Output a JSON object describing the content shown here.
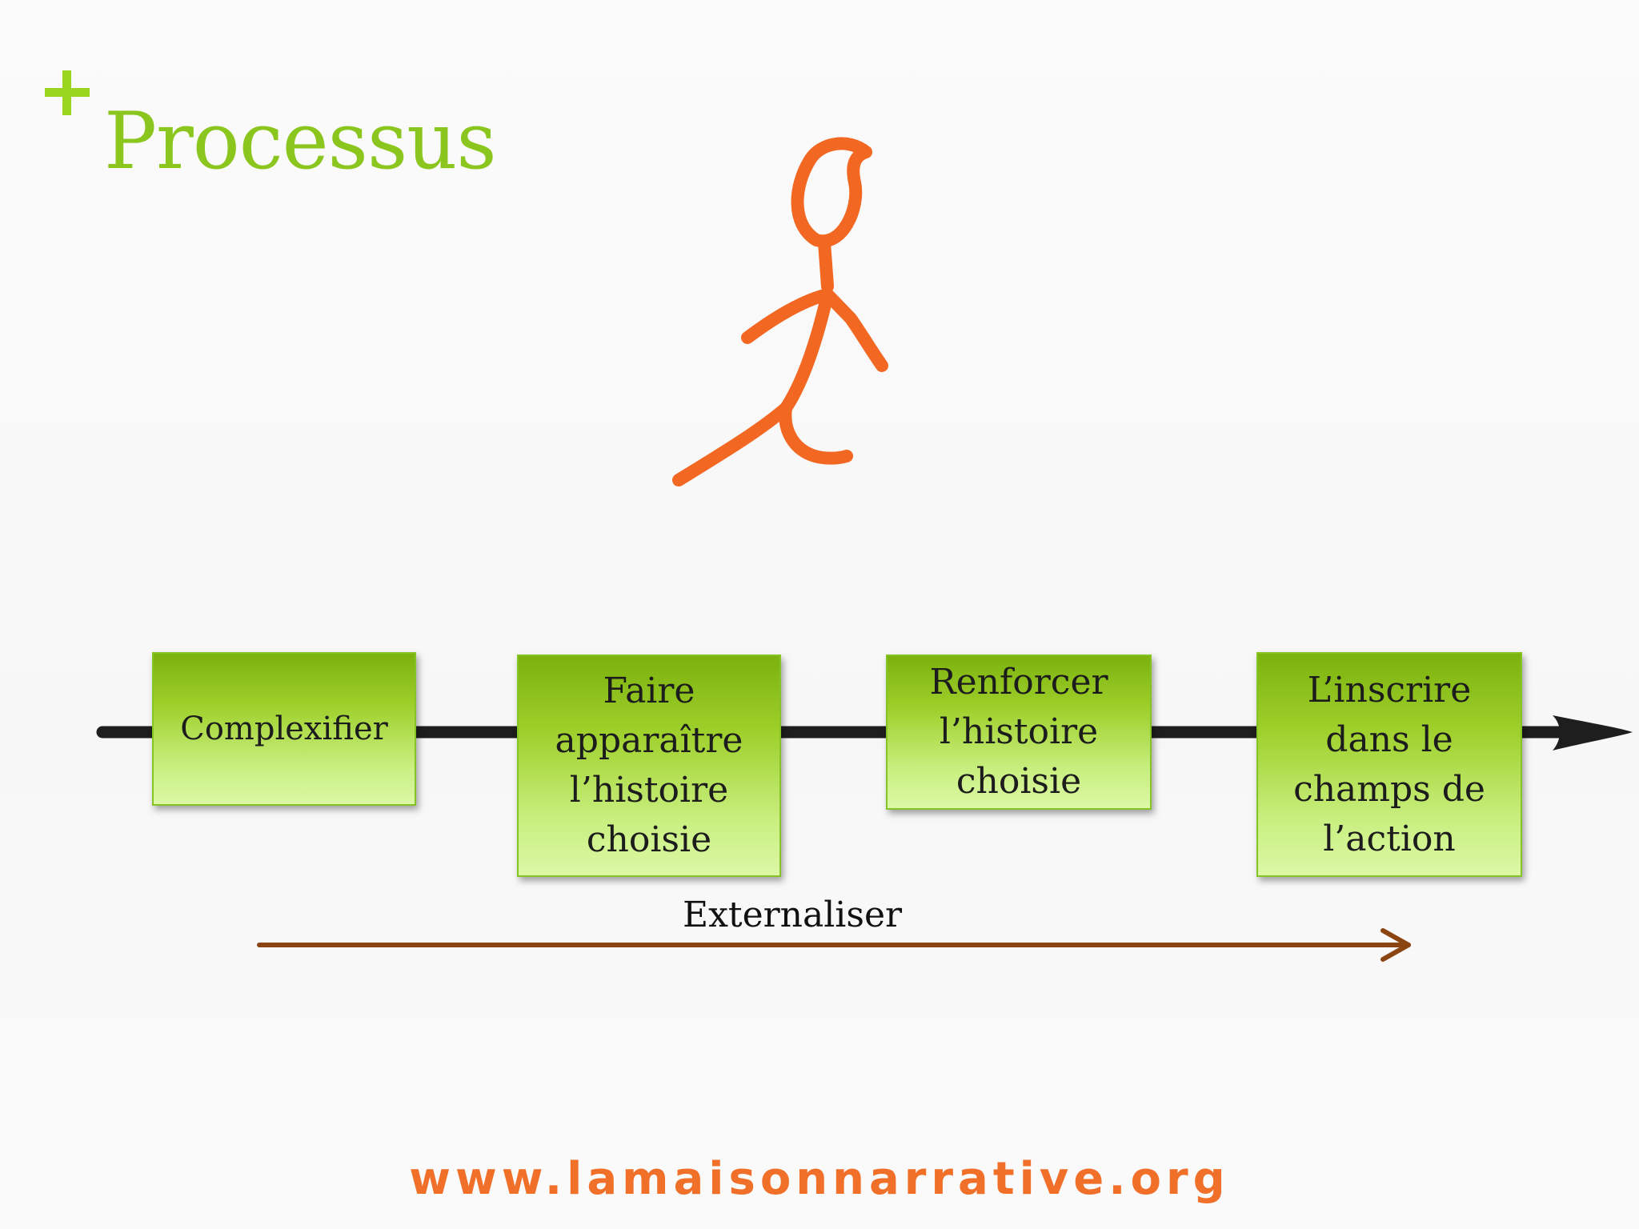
{
  "slide": {
    "title": "Processus",
    "title_color": "#8bc61e",
    "accent_plus_color": "#9ad41f",
    "figure_color": "#f26722"
  },
  "steps": [
    {
      "label": "Complexifier"
    },
    {
      "label": "Faire\napparaître\nl’histoire\nchoisie"
    },
    {
      "label": "Renforcer\nl’histoire\nchoisie"
    },
    {
      "label": "L’inscrire\ndans le\nchamps de\nl’action"
    }
  ],
  "timeline": {
    "color": "#1e1e1e"
  },
  "externalize": {
    "label": "Externaliser",
    "arrow_color": "#8b4513"
  },
  "footer": {
    "url": "www.lamaisonnarrative.org",
    "color": "#f0702a"
  }
}
